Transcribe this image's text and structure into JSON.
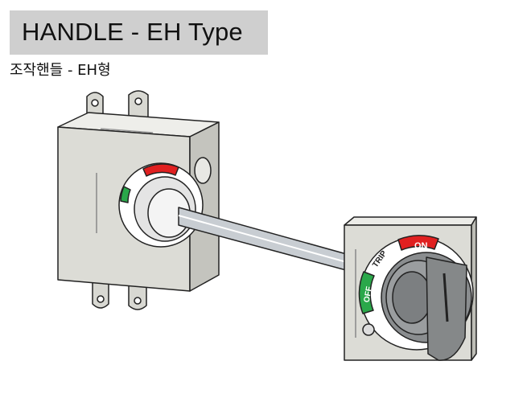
{
  "header": {
    "title": "HANDLE - EH Type",
    "subtitle": "조작핸들 - EH형"
  },
  "illustration": {
    "dial_labels": {
      "on": "ON",
      "off": "OFF",
      "trip": "TRIP"
    },
    "colors": {
      "on": "#e02020",
      "off": "#2aa84a",
      "body": "#dcdcd6",
      "knob": "#8a8d8f"
    }
  }
}
